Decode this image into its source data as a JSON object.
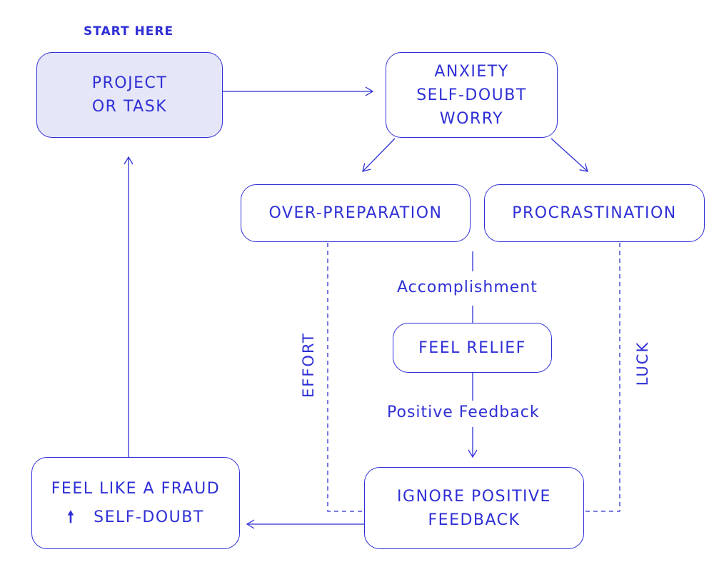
{
  "diagram": {
    "start_tag": "START HERE",
    "nodes": {
      "project": {
        "lines": [
          "PROJECT",
          "OR TASK"
        ]
      },
      "anxiety": {
        "lines": [
          "ANXIETY",
          "SELF-DOUBT",
          "WORRY"
        ]
      },
      "over_preparation": {
        "label": "OVER-PREPARATION"
      },
      "procrastination": {
        "label": "PROCRASTINATION"
      },
      "feel_relief": {
        "label": "FEEL RELIEF"
      },
      "ignore_feedback": {
        "lines": [
          "IGNORE POSITIVE",
          "FEEDBACK"
        ]
      },
      "fraud": {
        "line1": "FEEL LIKE A FRAUD",
        "up_symbol": "🠕",
        "line2": "SELF-DOUBT"
      }
    },
    "edge_labels": {
      "accomplishment": "Accomplishment",
      "positive_feedback": "Positive Feedback",
      "effort": "EFFORT",
      "luck": "LUCK"
    },
    "colors": {
      "primary": "#2f2fd6",
      "start_fill": "#e6e6f9"
    }
  }
}
